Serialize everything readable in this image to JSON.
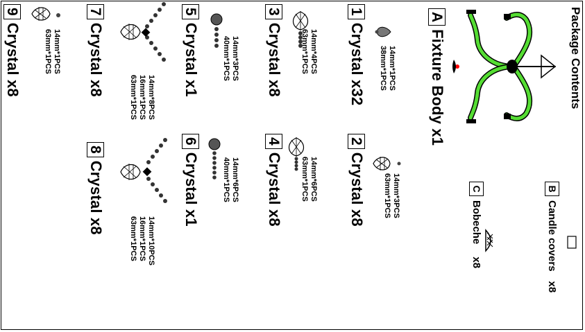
{
  "title": "Package Contents",
  "fixture": {
    "letter": "A",
    "label": "Fixture Body x1"
  },
  "candle": {
    "letter": "B",
    "label": "Candle covers",
    "qty": "x8"
  },
  "bobeche": {
    "letter": "C",
    "label": "Bobeche",
    "qty": "x8"
  },
  "items": [
    {
      "num": "1",
      "label": "Crystal x32",
      "specs": [
        "14mm*1PCS",
        "38mm*1PCS"
      ]
    },
    {
      "num": "2",
      "label": "Crystal  x8",
      "specs": [
        "14mm*3PCS",
        "63mm*1PCS"
      ]
    },
    {
      "num": "3",
      "label": "Crystal  x8",
      "specs": [
        "14mm*4PCS",
        "63mm*1PCS"
      ]
    },
    {
      "num": "4",
      "label": "Crystal  x8",
      "specs": [
        "14mm*6PCS",
        "63mm*1PCS"
      ]
    },
    {
      "num": "5",
      "label": "Crystal  x1",
      "specs": [
        "14mm*3PCS",
        "40mm*1PCS"
      ]
    },
    {
      "num": "6",
      "label": "Crystal  x1",
      "specs": [
        "14mm*6PCS",
        "40mm*1PCS"
      ]
    },
    {
      "num": "7",
      "label": "Crystal  x8",
      "specs": [
        "14mm*8PCS",
        "16mm*1PCS",
        "63mm*1PCS"
      ]
    },
    {
      "num": "8",
      "label": "Crystal  x8",
      "specs": [
        "14mm*10PCS",
        "16mm*1PCS",
        "63mm*1PCS"
      ]
    },
    {
      "num": "9",
      "label": "Crystal  x8",
      "specs": [
        "14mm*1PCS",
        "63mm*1PCS"
      ]
    }
  ],
  "colors": {
    "fixture_arm": "#55dd33",
    "accent_dot": "#ff0000",
    "ink": "#000000"
  },
  "icons": {
    "drop": "teardrop-crystal-icon",
    "ball": "ball-crystal-icon",
    "bead": "bead-chain-icon"
  }
}
